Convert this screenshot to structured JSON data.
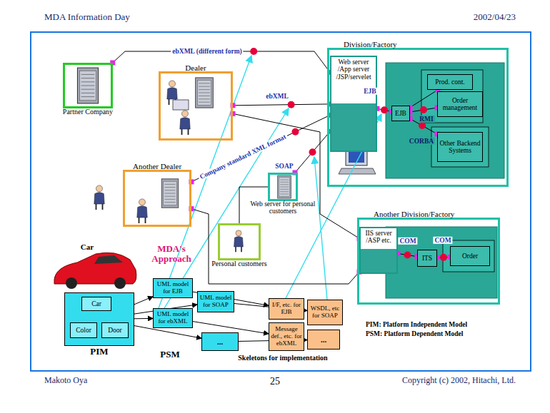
{
  "diagram": {
    "nodes": [
      {
        "text": [
          "Partner Company"
        ]
      },
      {
        "text": [
          "Dealer"
        ]
      },
      {
        "text": [
          "Division/Factory"
        ]
      },
      {
        "text": [
          "Web server /App server /JSP/servelet"
        ],
        "in": 2
      },
      {
        "text": [
          "EJB"
        ],
        "in": 2
      },
      {
        "text": [
          "Prod. cont."
        ],
        "in": 2
      },
      {
        "text": [
          "Order management"
        ],
        "in": 2
      },
      {
        "text": [
          "Other Backend Systems"
        ],
        "in": 2
      },
      {
        "text": [
          "Another Dealer"
        ]
      },
      {
        "text": [
          "Web server for personal customers"
        ]
      },
      {
        "text": [
          "Personal customers"
        ]
      },
      {
        "text": [
          "Another Division/Factory"
        ]
      },
      {
        "text": [
          "IIS server /ASP etc."
        ],
        "in": 11
      },
      {
        "text": [
          "ITS"
        ],
        "in": 11
      },
      {
        "text": [
          "Order"
        ],
        "in": 11
      },
      {
        "text": [
          "PIM"
        ]
      },
      {
        "text": [
          "Car"
        ],
        "in": 15
      },
      {
        "text": [
          "Color"
        ],
        "in": 15
      },
      {
        "text": [
          "Door"
        ],
        "in": 15
      },
      {
        "text": [
          "UML model for EJB"
        ]
      },
      {
        "text": [
          "UML model for SOAP"
        ]
      },
      {
        "text": [
          "UML model for ebXML"
        ]
      },
      {
        "text": [
          "..."
        ]
      },
      {
        "text": [
          "I/F, etc. for EJB"
        ]
      },
      {
        "text": [
          "WSDL, etc for SOAP"
        ]
      },
      {
        "text": [
          "Message def., etc. for ebXML"
        ]
      },
      {
        "text": [
          "..."
        ]
      }
    ],
    "edges": [
      {
        "from": 0,
        "to": 3,
        "label": "ebXML (different form)",
        "arrow": "none"
      },
      {
        "from": 1,
        "to": 3,
        "label": "ebXML",
        "arrow": "none"
      },
      {
        "from": 8,
        "to": 3,
        "label": "Company standard XML format",
        "arrow": "none"
      },
      {
        "from": 9,
        "to": 3,
        "label": "SOAP",
        "arrow": "none"
      },
      {
        "from": 1,
        "to": 12,
        "arrow": "none"
      },
      {
        "from": 8,
        "to": 12,
        "arrow": "none"
      },
      {
        "from": 10,
        "to": 9,
        "arrow": "none"
      },
      {
        "from": 3,
        "to": 4,
        "label": "EJB",
        "arrow": "none"
      },
      {
        "from": 4,
        "to": 5,
        "arrow": "none"
      },
      {
        "from": 4,
        "to": 6,
        "label": "RMI",
        "arrow": "none"
      },
      {
        "from": 4,
        "to": 7,
        "label": "CORBA",
        "arrow": "none"
      },
      {
        "from": 12,
        "to": 13,
        "label": "COM",
        "arrow": "none"
      },
      {
        "from": 13,
        "to": 14,
        "label": "COM",
        "arrow": "none"
      },
      {
        "from": 16,
        "to": 17,
        "arrow": "none"
      },
      {
        "from": 16,
        "to": 18,
        "arrow": "none"
      },
      {
        "from": 15,
        "to": 19,
        "arrow": "to"
      },
      {
        "from": 15,
        "to": 20,
        "arrow": "to"
      },
      {
        "from": 15,
        "to": 21,
        "arrow": "to"
      },
      {
        "from": 15,
        "to": 22,
        "arrow": "to"
      },
      {
        "from": 19,
        "to": 23,
        "arrow": "to"
      },
      {
        "from": 20,
        "to": 24,
        "arrow": "to"
      },
      {
        "from": 21,
        "to": 25,
        "arrow": "to"
      },
      {
        "from": 22,
        "to": 26,
        "arrow": "to"
      }
    ],
    "labels": [
      "MDA Information Day",
      "2002/04/23",
      "MDA's Approach",
      "Car",
      "PSM",
      "Skeletons for implementation",
      "PIM: Platform Independent Model",
      "PSM: Platform Dependent Model",
      "Makoto Oya",
      "25",
      "Copyright (c) 2002, Hitachi, Ltd."
    ]
  }
}
